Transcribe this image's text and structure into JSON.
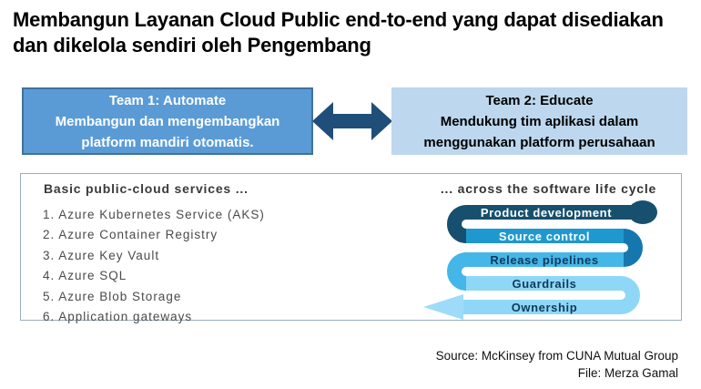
{
  "title": "Membangun Layanan Cloud Public end-to-end yang dapat disediakan dan dikelola sendiri oleh Pengembang",
  "teams": {
    "team1": {
      "title": "Team 1: Automate",
      "description": "Membangun dan mengembangkan platform mandiri otomatis.",
      "bg": "#5B9BD5",
      "border": "#41719C",
      "text_color": "#FFFFFF"
    },
    "team2": {
      "title": "Team 2: Educate",
      "description": "Mendukung tim aplikasi dalam menggunakan platform perusahaan",
      "bg": "#BDD7EE",
      "text_color": "#000000"
    },
    "arrow_color": "#1F4E79"
  },
  "panel": {
    "services": {
      "header": "Basic public-cloud services ...",
      "items": [
        "1. Azure Kubernetes Service (AKS)",
        "2. Azure Container Registry",
        "3. Azure Key Vault",
        "4. Azure SQL",
        "5. Azure Blob Storage",
        "6. Application gateways"
      ]
    },
    "lifecycle": {
      "header": "... across the software life cycle",
      "stages": [
        {
          "label": "Product development",
          "color": "#17506E",
          "text_color": "#FFFFFF"
        },
        {
          "label": "Source control",
          "color": "#1F98D0",
          "text_color": "#FFFFFF"
        },
        {
          "label": "Release pipelines",
          "color": "#45B6E8",
          "text_color": "#0E3A5C"
        },
        {
          "label": "Guardrails",
          "color": "#8FD7F6",
          "text_color": "#0E3A5C"
        },
        {
          "label": "Ownership",
          "color": "#8FD7F6",
          "text_color": "#0E3A5C"
        }
      ],
      "turn_colors": [
        "#17506E",
        "#1478AF",
        "#45B6E8",
        "#8FD7F6"
      ],
      "arrowhead_color": "#9EDBF8"
    }
  },
  "footer": {
    "source": "Source: McKinsey from CUNA Mutual Group",
    "file": "File: Merza Gamal"
  }
}
